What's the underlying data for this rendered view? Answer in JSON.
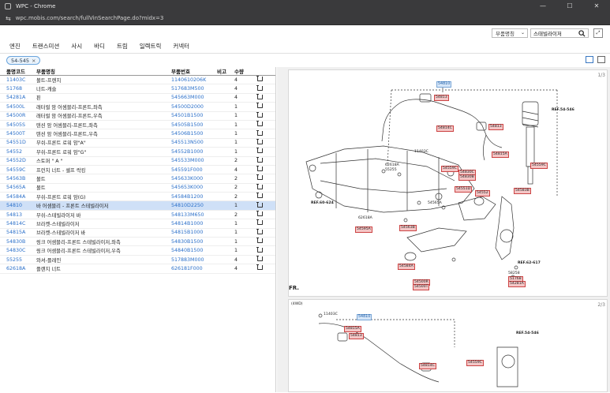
{
  "window": {
    "title": "WPC - Chrome",
    "controls": [
      "—",
      "☐",
      "✕"
    ]
  },
  "address": {
    "url": "wpc.mobis.com/search/fullVinSearchPage.do?midx=3"
  },
  "search": {
    "type_select": "부품명칭",
    "query": "스태빌라이저"
  },
  "tabs": [
    "엔진",
    "트랜스미션",
    "사시",
    "바디",
    "트림",
    "일렉트릭",
    "커넥터"
  ],
  "filter_chip": {
    "label": "54-545"
  },
  "table": {
    "headers": [
      "품명코드",
      "부품명칭",
      "부품번호",
      "비고",
      "수량"
    ],
    "rows": [
      {
        "code": "11403C",
        "name": "볼트-프렌지",
        "part": "1140610206K",
        "qty": "4"
      },
      {
        "code": "51768",
        "name": "너트-캐슬",
        "part": "517683M500",
        "qty": "4"
      },
      {
        "code": "54281A",
        "name": "핀",
        "part": "545663M000",
        "qty": "4"
      },
      {
        "code": "54500L",
        "name": "래터럴 암 어셈블리-프론트,좌측",
        "part": "54500D2000",
        "qty": "1"
      },
      {
        "code": "54500R",
        "name": "래터럴 암 어셈블리-프론트,우측",
        "part": "54501B1500",
        "qty": "1"
      },
      {
        "code": "54505S",
        "name": "텐션 암 어셈블리-프론트,좌측",
        "part": "54505B1500",
        "qty": "1"
      },
      {
        "code": "54500T",
        "name": "텐션 암 어셈블리-프론트,우측",
        "part": "54506B1500",
        "qty": "1"
      },
      {
        "code": "54551D",
        "name": "부쉬-프론트 로워 암\"A\"",
        "part": "545513N500",
        "qty": "1"
      },
      {
        "code": "54552",
        "name": "부쉬-프론트 로워 암\"G\"",
        "part": "54552B1000",
        "qty": "1"
      },
      {
        "code": "54552D",
        "name": "스토퍼 \" A \"",
        "part": "545533M000",
        "qty": "2"
      },
      {
        "code": "54559C",
        "name": "프런치 너트 - 셀프 락킹",
        "part": "545591F000",
        "qty": "4"
      },
      {
        "code": "54563B",
        "name": "볼트",
        "part": "545633K000",
        "qty": "2"
      },
      {
        "code": "54565A",
        "name": "볼트",
        "part": "545653K000",
        "qty": "2"
      },
      {
        "code": "54584A",
        "name": "부쉬-프론트 로워 암(G)",
        "part": "54584B1200",
        "qty": "2"
      },
      {
        "code": "54810",
        "name": "바 어셈블리 - 프론트 스테빌라이저",
        "part": "54810D2250",
        "qty": "1"
      },
      {
        "code": "54813",
        "name": "부쉬-스테빌라이저 바",
        "part": "548133M650",
        "qty": "2"
      },
      {
        "code": "54814C",
        "name": "브라켓-스테빌라이저",
        "part": "54814B1000",
        "qty": "1"
      },
      {
        "code": "54815A",
        "name": "브라켓-스테빌라이저 바",
        "part": "54815B1000",
        "qty": "1"
      },
      {
        "code": "54830B",
        "name": "링크 어셈블리-프론트 스테빌라이저,좌측",
        "part": "54830B1500",
        "qty": "1"
      },
      {
        "code": "54830C",
        "name": "링크 어셈블리-프론트 스테빌라이저,우측",
        "part": "54840B1500",
        "qty": "1"
      },
      {
        "code": "55255",
        "name": "와셔-플레인",
        "part": "517883M000",
        "qty": "4"
      },
      {
        "code": "62618A",
        "name": "플랜지 너트",
        "part": "626181F000",
        "qty": "4"
      }
    ],
    "selected_index": 14
  },
  "diagram1": {
    "page": "1/3",
    "ref_labels": [
      "REF.54-546",
      "REF.60-624",
      "REF.62-617",
      "FR."
    ],
    "labels": [
      "54810",
      "54813",
      "54814C",
      "54813",
      "11403C",
      "54815A",
      "54559C",
      "62618A",
      "55255",
      "54830C",
      "54830B",
      "54551D",
      "54552",
      "54563B",
      "54565A",
      "62618A",
      "54559C",
      "54595A",
      "54583B",
      "54584A",
      "54500R",
      "54500T",
      "58258",
      "51768",
      "54281A"
    ]
  },
  "diagram2": {
    "page": "2/3",
    "caption": "(4WD)",
    "labels": [
      "11403C",
      "54810",
      "54815A",
      "54813",
      "54814C",
      "54559C",
      "REF.54-546"
    ]
  }
}
